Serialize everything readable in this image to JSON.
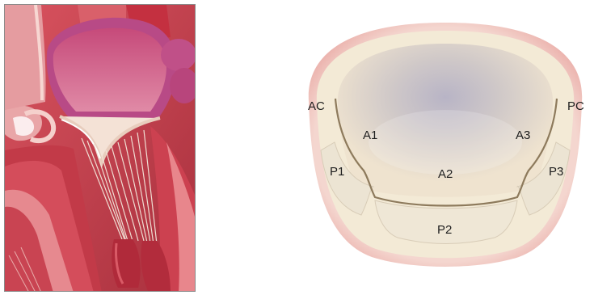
{
  "figure": {
    "left_panel": {
      "subject": "heart cross-section illustration"
    },
    "right_panel": {
      "subject": "mitral valve annulus diagram",
      "labels": {
        "ac": "AC",
        "pc": "PC",
        "a1": "A1",
        "a2": "A2",
        "a3": "A3",
        "p1": "P1",
        "p2": "P2",
        "p3": "P3"
      }
    }
  }
}
